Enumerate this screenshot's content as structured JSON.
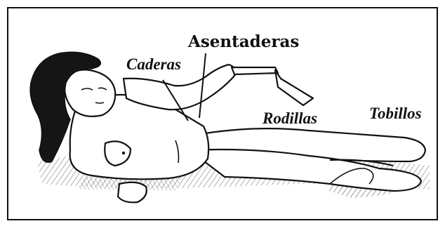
{
  "labels": {
    "asentaderas": "Asentaderas",
    "caderas": "Caderas",
    "rodillas": "Rodillas",
    "tobillos": "Tobillos"
  },
  "colors": {
    "ink": "#111111",
    "background": "#ffffff",
    "hair": "#151515",
    "shade": "#777777"
  },
  "icons": {
    "figure": "woman-lying-on-side-with-hand-mirror-illustration"
  }
}
